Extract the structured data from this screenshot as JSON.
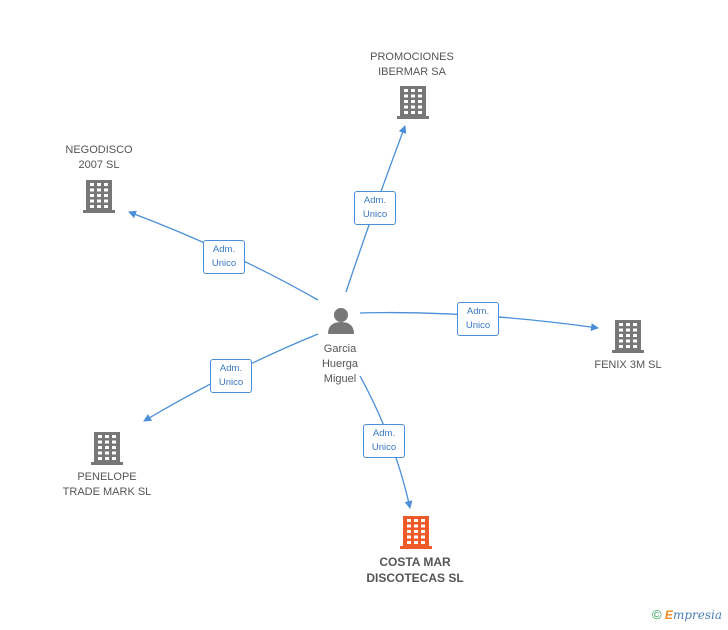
{
  "person": {
    "name": "Garcia\nHuerga\nMiguel",
    "icon": "person-icon"
  },
  "companies": [
    {
      "id": "promociones",
      "label": "PROMOCIONES\nIBERMAR SA",
      "highlight": false,
      "icon": "building-icon"
    },
    {
      "id": "negodisco",
      "label": "NEGODISCO\n2007 SL",
      "highlight": false,
      "icon": "building-icon"
    },
    {
      "id": "fenix",
      "label": "FENIX 3M SL",
      "highlight": false,
      "icon": "building-icon"
    },
    {
      "id": "penelope",
      "label": "PENELOPE\nTRADE MARK SL",
      "highlight": false,
      "icon": "building-icon"
    },
    {
      "id": "costamar",
      "label": "COSTA MAR\nDISCOTECAS SL",
      "highlight": true,
      "icon": "building-icon"
    }
  ],
  "edges": [
    {
      "to": "promociones",
      "label": "Adm.\nUnico"
    },
    {
      "to": "negodisco",
      "label": "Adm.\nUnico"
    },
    {
      "to": "fenix",
      "label": "Adm.\nUnico"
    },
    {
      "to": "penelope",
      "label": "Adm.\nUnico"
    },
    {
      "to": "costamar",
      "label": "Adm.\nUnico"
    }
  ],
  "colors": {
    "edge": "#4a8fd8",
    "building": "#777777",
    "building_highlight": "#f05a28",
    "person": "#777777"
  },
  "footer": {
    "copyright": "©",
    "brand_initial": "E",
    "brand_rest": "mpresia"
  }
}
